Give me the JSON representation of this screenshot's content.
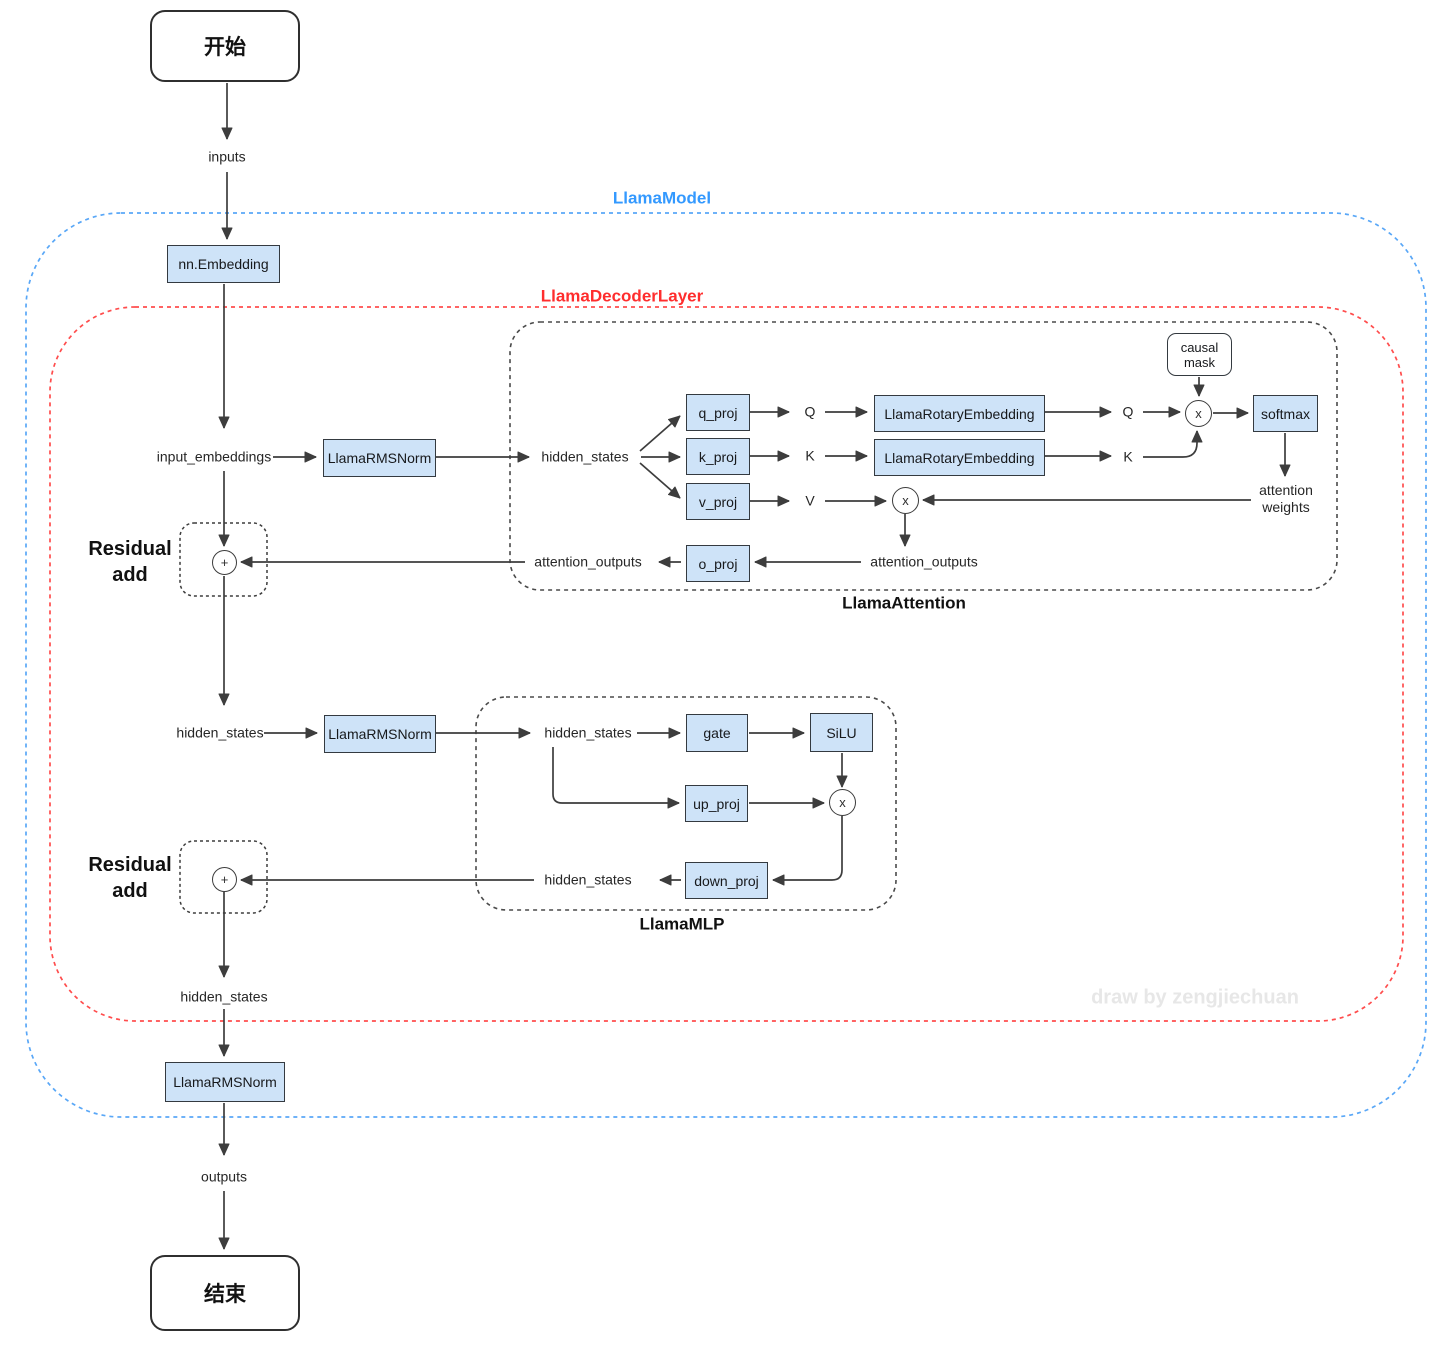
{
  "title_labels": {
    "model": "LlamaModel",
    "decoder": "LlamaDecoderLayer",
    "attention": "LlamaAttention",
    "mlp": "LlamaMLP"
  },
  "terminals": {
    "start": "开始",
    "end": "结束"
  },
  "nodes": {
    "embedding": "nn.Embedding",
    "rmsnorm1": "LlamaRMSNorm",
    "rmsnorm2": "LlamaRMSNorm",
    "rmsnorm3": "LlamaRMSNorm",
    "q_proj": "q_proj",
    "k_proj": "k_proj",
    "v_proj": "v_proj",
    "o_proj": "o_proj",
    "rotary_q": "LlamaRotaryEmbedding",
    "rotary_k": "LlamaRotaryEmbedding",
    "softmax": "softmax",
    "gate": "gate",
    "silu": "SiLU",
    "up_proj": "up_proj",
    "down_proj": "down_proj"
  },
  "causal_mask": {
    "line1": "causal",
    "line2": "mask"
  },
  "residual": {
    "line1": "Residual",
    "line2": "add"
  },
  "attention_weights": {
    "line1": "attention",
    "line2": "weights"
  },
  "labels": {
    "inputs": "inputs",
    "input_embeddings": "input_embeddings",
    "hidden_states": "hidden_states",
    "outputs": "outputs",
    "attention_outputs": "attention_outputs",
    "q": "Q",
    "k": "K",
    "v": "V"
  },
  "operators": {
    "add": "+",
    "multiply": "x"
  },
  "watermark": "draw by zengjiechuan",
  "colors": {
    "node_fill": "#cee3f8",
    "node_border": "#343a40",
    "model_border": "#59a7f7",
    "model_label": "#3399ff",
    "decoder_border": "#ff4d4d",
    "decoder_label": "#ff2d2d",
    "inner_border": "#4a4a4a",
    "arrow": "#3d3d3d",
    "watermark": "#e7e7e7"
  }
}
